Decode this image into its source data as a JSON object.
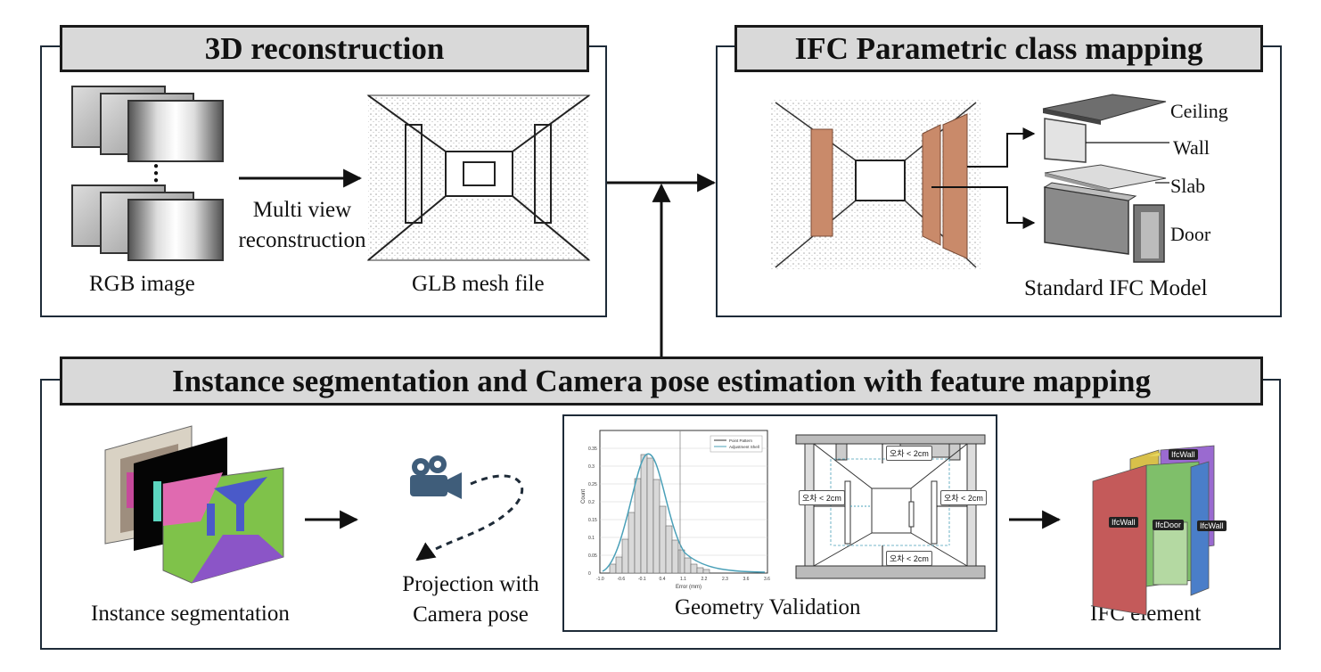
{
  "panels": {
    "reconstruction": {
      "title": "3D reconstruction",
      "rgb_label": "RGB image",
      "arrow_label_line1": "Multi view",
      "arrow_label_line2": "reconstruction",
      "mesh_label": "GLB mesh file"
    },
    "ifc_mapping": {
      "title": "IFC Parametric class mapping",
      "parts": [
        "Ceiling",
        "Wall",
        "Slab",
        "Door"
      ],
      "model_label": "Standard  IFC Model"
    },
    "segmentation": {
      "title": "Instance segmentation and Camera pose estimation with feature mapping",
      "seg_label": "Instance  segmentation",
      "projection_line1": "Projection with",
      "projection_line2": "Camera pose",
      "validation_label": "Geometry  Validation",
      "ifc_element_label": "IFC element",
      "ifc_tags": [
        "IfcWall",
        "IfcWall",
        "IfcDoor",
        "IfcWall"
      ],
      "tolerance_tags": [
        "오차 < 2cm",
        "오차 < 2cm",
        "오차 < 2cm",
        "오차 < 2cm"
      ],
      "histogram": {
        "legend": [
          "Point Pattern",
          "Adjustment Shell"
        ],
        "ylabel": "Count",
        "xlabel": "Error (mm)",
        "x_ticks": [
          "-1.0",
          "-0.6",
          "-0.1",
          "0.4",
          "1.1",
          "2.2",
          "2.3",
          "3.6",
          "3.6"
        ],
        "y_ticks": [
          "0.35",
          "0.3",
          "0.25",
          "0.2",
          "0.15",
          "0.1",
          "0.05",
          "0"
        ]
      }
    }
  },
  "colors": {
    "panel_border": "#1e2b38",
    "title_fill": "#d9d9d9",
    "wall_highlight": "#c98a6a",
    "seg_pink": "#e06ab0",
    "seg_green": "#7fc24a",
    "seg_purple": "#8b55c7",
    "ifc_red": "#c45a5a",
    "ifc_green": "#7fbf6a",
    "ifc_blue": "#4a7ec9",
    "ifc_purple": "#9a6ad0"
  }
}
